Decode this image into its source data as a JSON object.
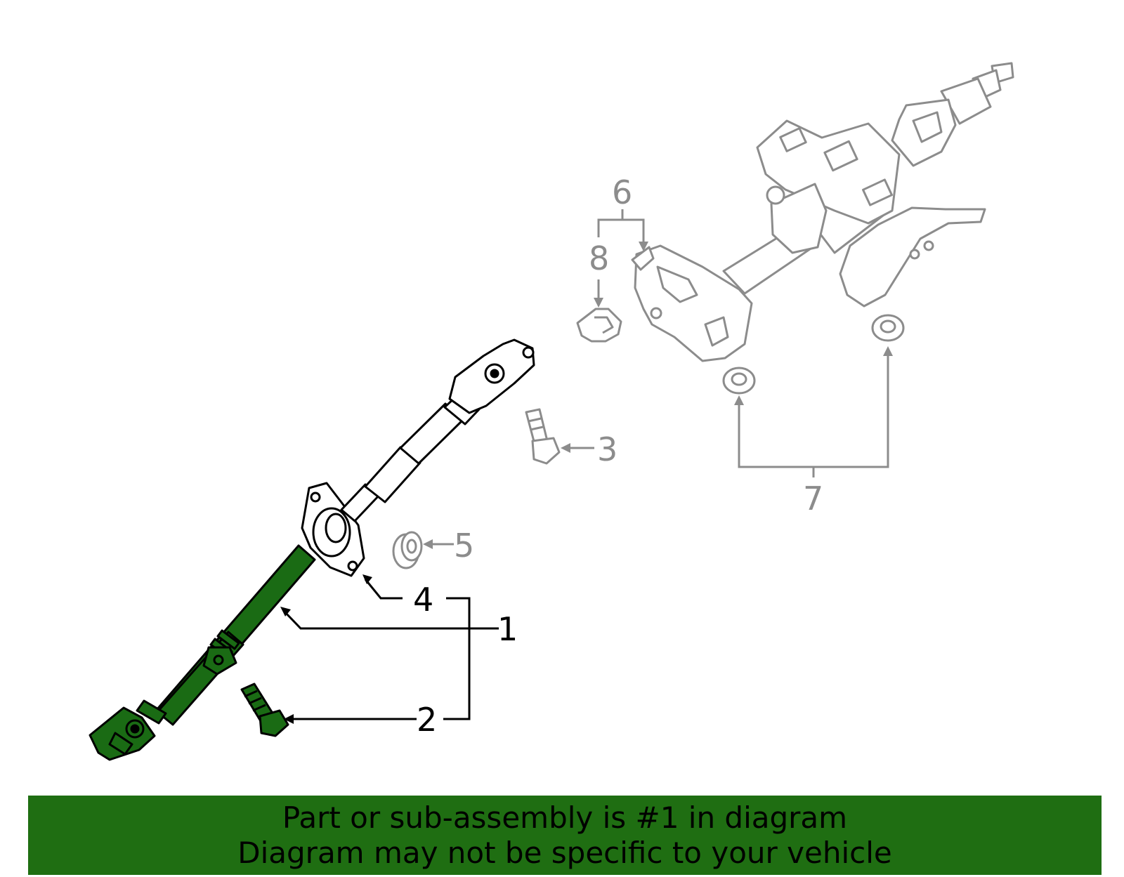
{
  "callouts": [
    {
      "id": "1",
      "text": "1",
      "tone": "dark"
    },
    {
      "id": "2",
      "text": "2",
      "tone": "dark"
    },
    {
      "id": "3",
      "text": "3",
      "tone": "grey"
    },
    {
      "id": "4",
      "text": "4",
      "tone": "dark"
    },
    {
      "id": "5",
      "text": "5",
      "tone": "grey"
    },
    {
      "id": "6",
      "text": "6",
      "tone": "grey"
    },
    {
      "id": "7",
      "text": "7",
      "tone": "grey"
    },
    {
      "id": "8",
      "text": "8",
      "tone": "grey"
    }
  ],
  "note": {
    "line1": "Part or sub-assembly is #1 in diagram",
    "line2": "Diagram may not be specific to your vehicle"
  },
  "colors": {
    "highlight_part": "#1a6b14",
    "banner": "#1f6e12",
    "outline_dark": "#000000",
    "outline_grey": "#8c8c8c"
  }
}
